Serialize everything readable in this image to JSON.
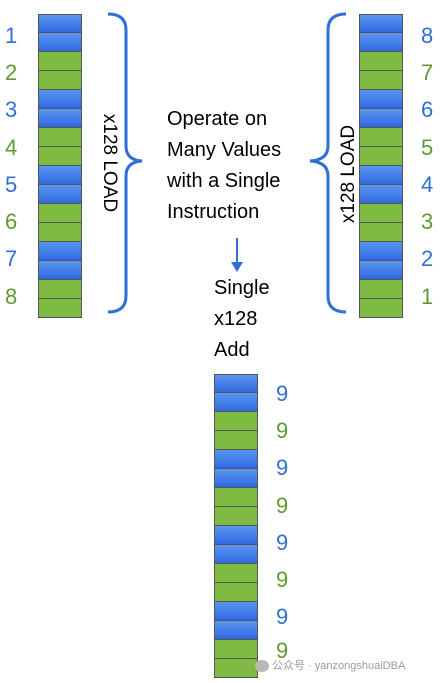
{
  "left_register": {
    "label": "x128 LOAD",
    "numbers": [
      "1",
      "2",
      "3",
      "4",
      "5",
      "6",
      "7",
      "8"
    ]
  },
  "right_register": {
    "label": "x128 LOAD",
    "numbers": [
      "8",
      "7",
      "6",
      "5",
      "4",
      "3",
      "2",
      "1"
    ]
  },
  "middle_text": {
    "lines": [
      "Operate on",
      "Many Values",
      "with a Single",
      "Instruction"
    ]
  },
  "add_text": {
    "lines": [
      "Single",
      "x128",
      "Add"
    ]
  },
  "result_register": {
    "numbers": [
      "9",
      "9",
      "9",
      "9",
      "9",
      "9",
      "9",
      "9"
    ]
  },
  "watermark": "公众号 · yanzongshuaiDBA",
  "colors": {
    "blue": "#2f6fd6",
    "green": "#5d9a2f",
    "bracket": "#2f6fd6"
  }
}
